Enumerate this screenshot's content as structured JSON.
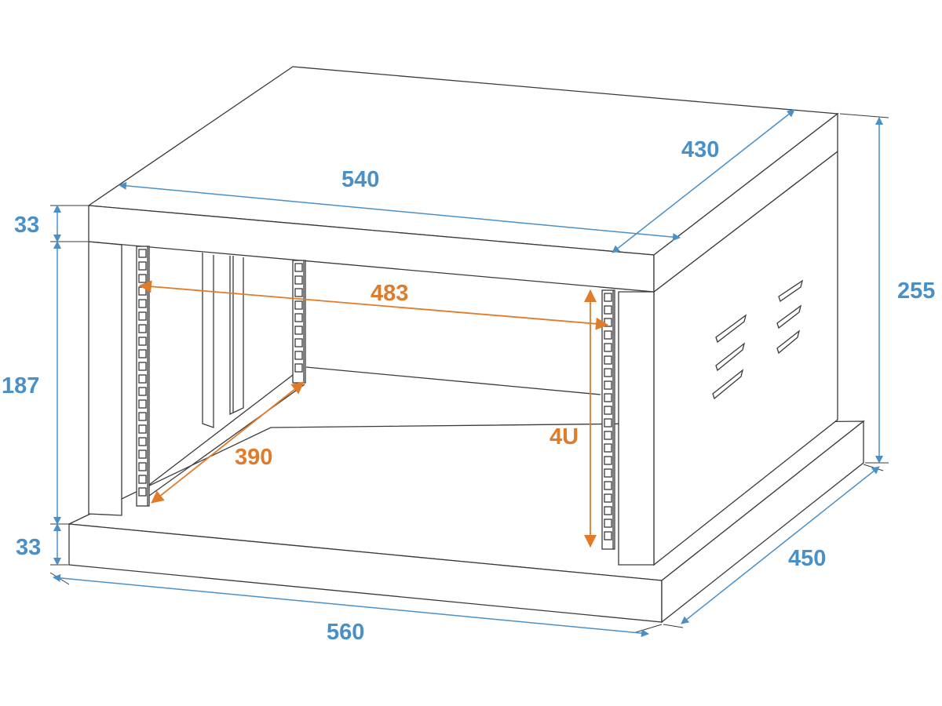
{
  "title": "Rack case dimensions",
  "colors": {
    "outer_dimension": "#4a90c8",
    "inner_dimension": "#e07b2a",
    "outline": "#3a3a3a"
  },
  "dimensions": {
    "top_width": "540",
    "top_depth": "430",
    "total_height": "255",
    "top_thickness": "33",
    "inner_height": "187",
    "bottom_thickness": "33",
    "base_width": "560",
    "base_depth": "450"
  },
  "inner_dimensions": {
    "rail_width": "483",
    "rail_depth": "390",
    "rack_units": "4U"
  }
}
